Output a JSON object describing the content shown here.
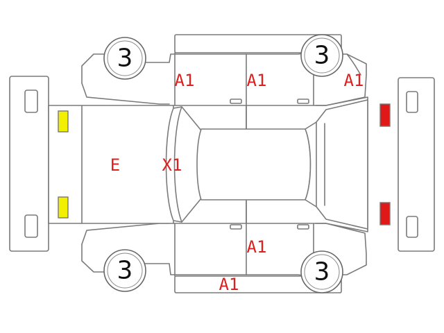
{
  "colors": {
    "outline": "#7a7a7a",
    "code_text": "#dd1f1f",
    "front_lamp": "#f2f000",
    "rear_lamp": "#e01818"
  },
  "wheels": {
    "front_top": "3",
    "rear_top": "3",
    "front_bottom": "3",
    "rear_bottom": "3"
  },
  "codes": {
    "front_door_top": "A1",
    "rear_door_top": "A1",
    "rear_fender_top": "A1",
    "hood": "E",
    "windshield": "X1",
    "rear_door_bottom": "A1",
    "rocker_bottom": "A1"
  }
}
